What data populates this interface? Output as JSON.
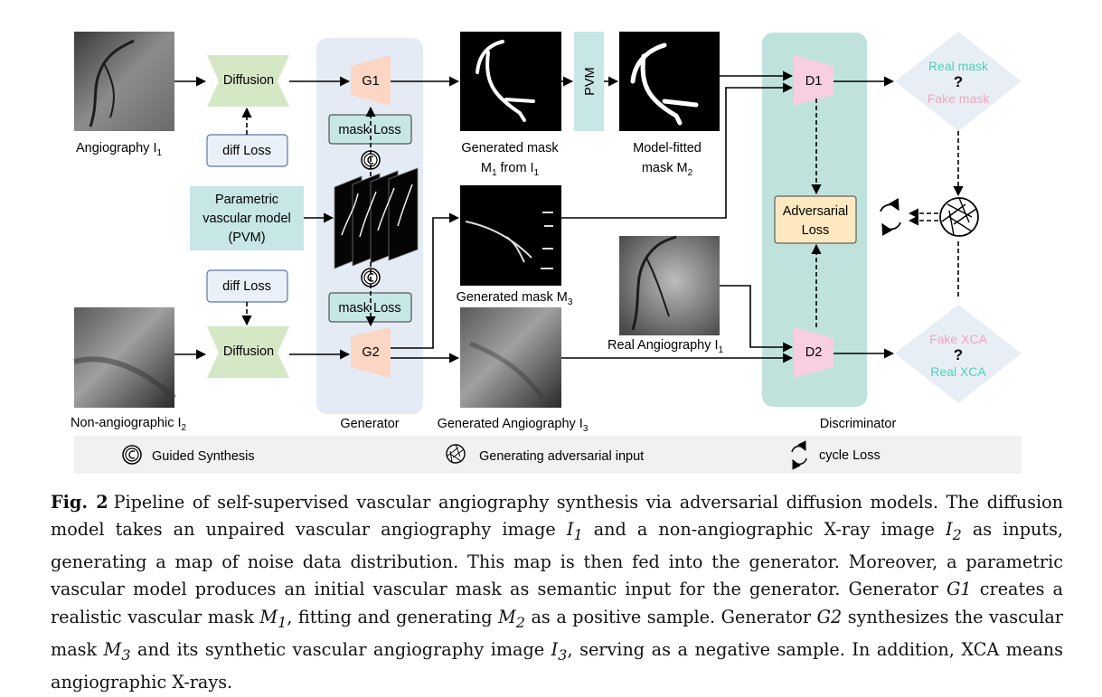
{
  "diagram": {
    "inputs": {
      "angiography_label": "Angiography I",
      "angiography_sub": "1",
      "non_angio_label": "Non-angiographic I",
      "non_angio_sub": "2"
    },
    "diffusion_top": "Diffusion",
    "diffusion_bottom": "Diffusion",
    "diff_loss_top": "diff Loss",
    "diff_loss_bottom": "diff Loss",
    "pvm_box": [
      "Parametric",
      "vascular model",
      "(PVM)"
    ],
    "generator": {
      "g1": "G1",
      "g2": "G2",
      "mask_loss_top": "mask Loss",
      "mask_loss_bottom": "mask Loss",
      "title": "Generator"
    },
    "outputs": {
      "gen_mask_m1_line1": "Generated mask",
      "gen_mask_m1_line2a": "M",
      "gen_mask_m1_sub": "1",
      "gen_mask_m1_line2b": " from I",
      "gen_mask_m1_sub2": "1",
      "pvm_vertical": "PVM",
      "model_fitted_line1": "Model-fitted",
      "model_fitted_line2": "mask M",
      "model_fitted_sub": "2",
      "gen_mask_m3": "Generated mask M",
      "gen_mask_m3_sub": "3",
      "gen_angio": "Generated Angiography I",
      "gen_angio_sub": "3",
      "real_angio": "Real Angiography  I",
      "real_angio_sub": "1"
    },
    "discriminator": {
      "d1": "D1",
      "d2": "D2",
      "adversarial_line1": "Adversarial",
      "adversarial_line2": "Loss",
      "title": "Discriminator"
    },
    "decision_top": {
      "real": "Real mask",
      "q": "?",
      "fake": "Fake mask"
    },
    "decision_bottom": {
      "fake": "Fake XCA",
      "q": "?",
      "real": "Real XCA"
    },
    "legend": {
      "guided": "Guided Synthesis",
      "adversarial": "Generating adversarial input",
      "cycle": "cycle Loss"
    },
    "colors": {
      "diffusion_green": "#d5e8c6",
      "generator_panel": "#e4ebf5",
      "g_node": "#fbd6c4",
      "discriminator_panel": "#bfe3dc",
      "d_node": "#f8cfe0",
      "adversarial_fill": "#fde8c0",
      "teal_box": "#c7e6e6",
      "loss_box": "#eaf0f7",
      "diamond": "#e8eef6",
      "teal_text": "#4fd1b7",
      "pink_text": "#f2a6bf",
      "legend_bg": "#f1f1f1"
    },
    "icons": [
      "guided-synthesis-icon",
      "adversarial-aperture-icon",
      "cycle-loss-icon"
    ]
  },
  "caption": {
    "label": "Fig. 2",
    "parts": [
      "Pipeline of self-supervised vascular angiography synthesis via adversarial diffusion models. The diffusion model takes an unpaired vascular angiography image ",
      " and a non-angiographic X-ray image ",
      " as inputs, generating a map of noise data distribution. This map is then fed into the generator. Moreover, a parametric vascular model produces an initial vascular mask as semantic input for the generator. Generator ",
      " creates a realistic vascular mask ",
      ", fitting and generating ",
      " as a positive sample. Generator ",
      " synthesizes the vascular mask ",
      " and its synthetic vascular angiography image ",
      ", serving as a negative sample. In addition, XCA means angiographic X-rays."
    ],
    "vars": {
      "i1": "I",
      "i1_sub": "1",
      "i2": "I",
      "i2_sub": "2",
      "g1": "G1",
      "m1": "M",
      "m1_sub": "1",
      "m2": "M",
      "m2_sub": "2",
      "g2": "G2",
      "m3": "M",
      "m3_sub": "3",
      "i3": "I",
      "i3_sub": "3"
    }
  }
}
